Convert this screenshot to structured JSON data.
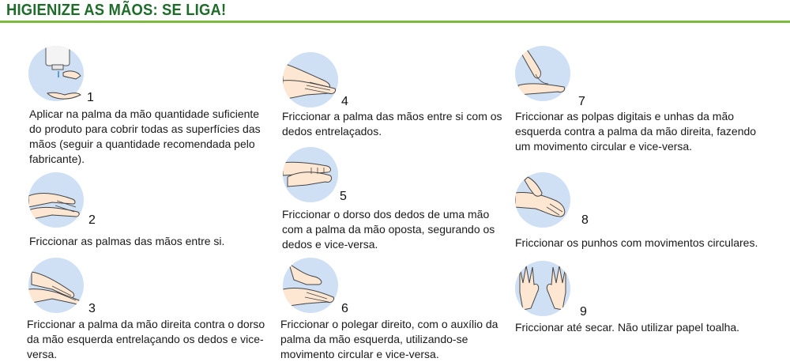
{
  "title": "HIGIENIZE AS MÃOS: SE LIGA!",
  "colors": {
    "title": "#1e6b2a",
    "rule": "#7dbb3e",
    "circle": "#cfe0f5",
    "skin": "#fde7d3"
  },
  "steps": [
    {
      "number": "1",
      "text": "Aplicar na palma da mão quantidade suficiente do produto para cobrir todas as superfícies das mãos (seguir a quantidade recomendada pelo fabricante).",
      "icon": "dispenser-hand-icon"
    },
    {
      "number": "2",
      "text": "Friccionar as palmas das mãos entre si.",
      "icon": "palms-rubbing-icon"
    },
    {
      "number": "3",
      "text": "Friccionar a palma da mão direita contra o dorso da mão esquerda entrelaçando os dedos e vice-versa.",
      "icon": "palm-over-back-icon"
    },
    {
      "number": "4",
      "text": "Friccionar a palma das mãos entre si com os dedos entrelaçados.",
      "icon": "interlaced-fingers-icon"
    },
    {
      "number": "5",
      "text": "Friccionar o dorso dos dedos de uma mão com a palma da mão oposta, segurando os dedos e vice-versa.",
      "icon": "fingers-back-icon"
    },
    {
      "number": "6",
      "text": "Friccionar o polegar direito, com o auxílio da palma da mão esquerda, utilizando-se movimento circular e vice-versa.",
      "icon": "thumb-rotation-icon"
    },
    {
      "number": "7",
      "text": "Friccionar as polpas digitais e unhas da mão esquerda contra a palma da mão direita, fazendo um movimento circular e vice-versa.",
      "icon": "fingertips-icon"
    },
    {
      "number": "8",
      "text": "Friccionar os punhos com movimentos circulares.",
      "icon": "wrist-rubbing-icon"
    },
    {
      "number": "9",
      "text": "Friccionar até secar. Não utilizar papel toalha.",
      "icon": "open-hands-icon"
    }
  ]
}
